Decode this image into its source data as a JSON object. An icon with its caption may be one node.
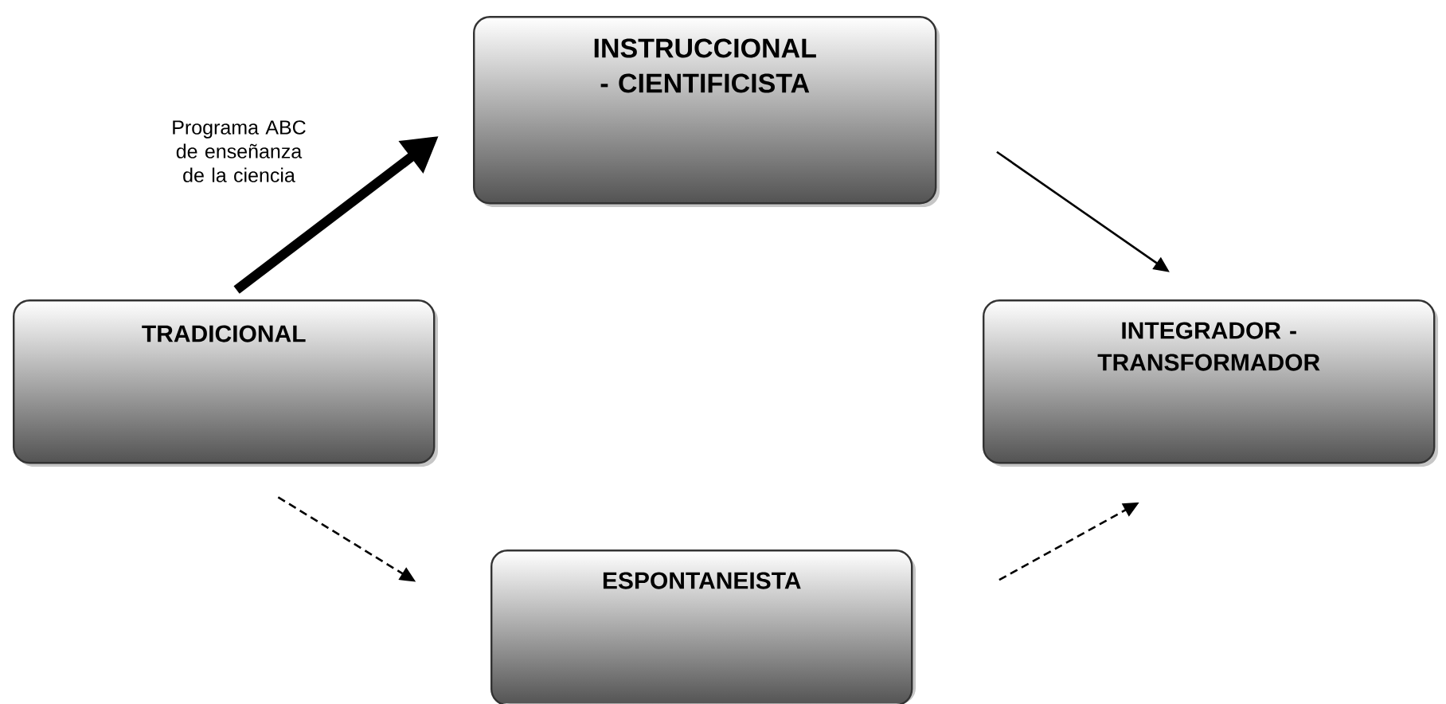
{
  "diagram": {
    "nodes": [
      {
        "text": [
          "INSTRUCCIONAL - CIENTIFICISTA"
        ]
      },
      {
        "text": [
          "TRADICIONAL"
        ]
      },
      {
        "text": [
          "INTEGRADOR - TRANSFORMADOR"
        ]
      },
      {
        "text": [
          "ESPONTANEISTA"
        ]
      }
    ],
    "edges": [
      {
        "from": 1,
        "to": 0,
        "arrow": "to",
        "style": "thick",
        "label": "Programa ABC de enseñanza de la ciencia"
      },
      {
        "from": 0,
        "to": 2,
        "arrow": "to"
      },
      {
        "from": 1,
        "to": 3,
        "arrow": "to",
        "style": "dashed"
      },
      {
        "from": 3,
        "to": 2,
        "arrow": "to",
        "style": "dashed"
      }
    ]
  }
}
